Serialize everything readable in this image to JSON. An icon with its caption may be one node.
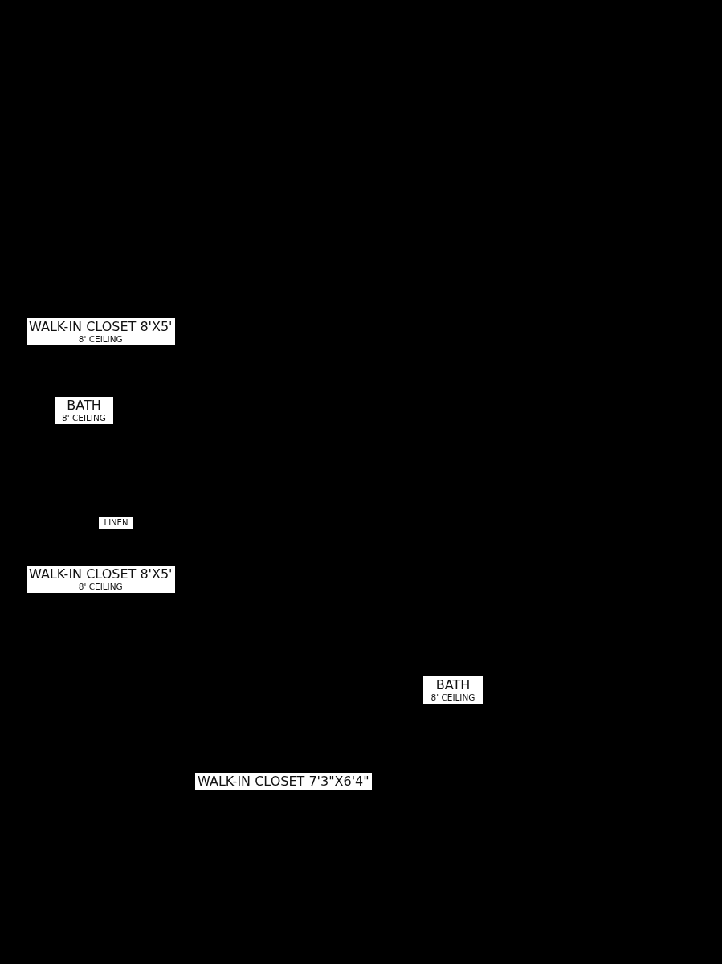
{
  "diagram": {
    "nodes": [
      {
        "text": [
          "WALK-IN CLOSET 8'X5'",
          "8' CEILING"
        ]
      },
      {
        "text": [
          "BATH",
          "8' CEILING"
        ]
      },
      {
        "text": [
          "LINEN"
        ]
      },
      {
        "text": [
          "WALK-IN CLOSET 8'X5'",
          "8' CEILING"
        ]
      },
      {
        "text": [
          "BATH",
          "8' CEILING"
        ]
      },
      {
        "text": [
          "WALK-IN CLOSET 7'3\"X6'4\""
        ]
      }
    ]
  }
}
